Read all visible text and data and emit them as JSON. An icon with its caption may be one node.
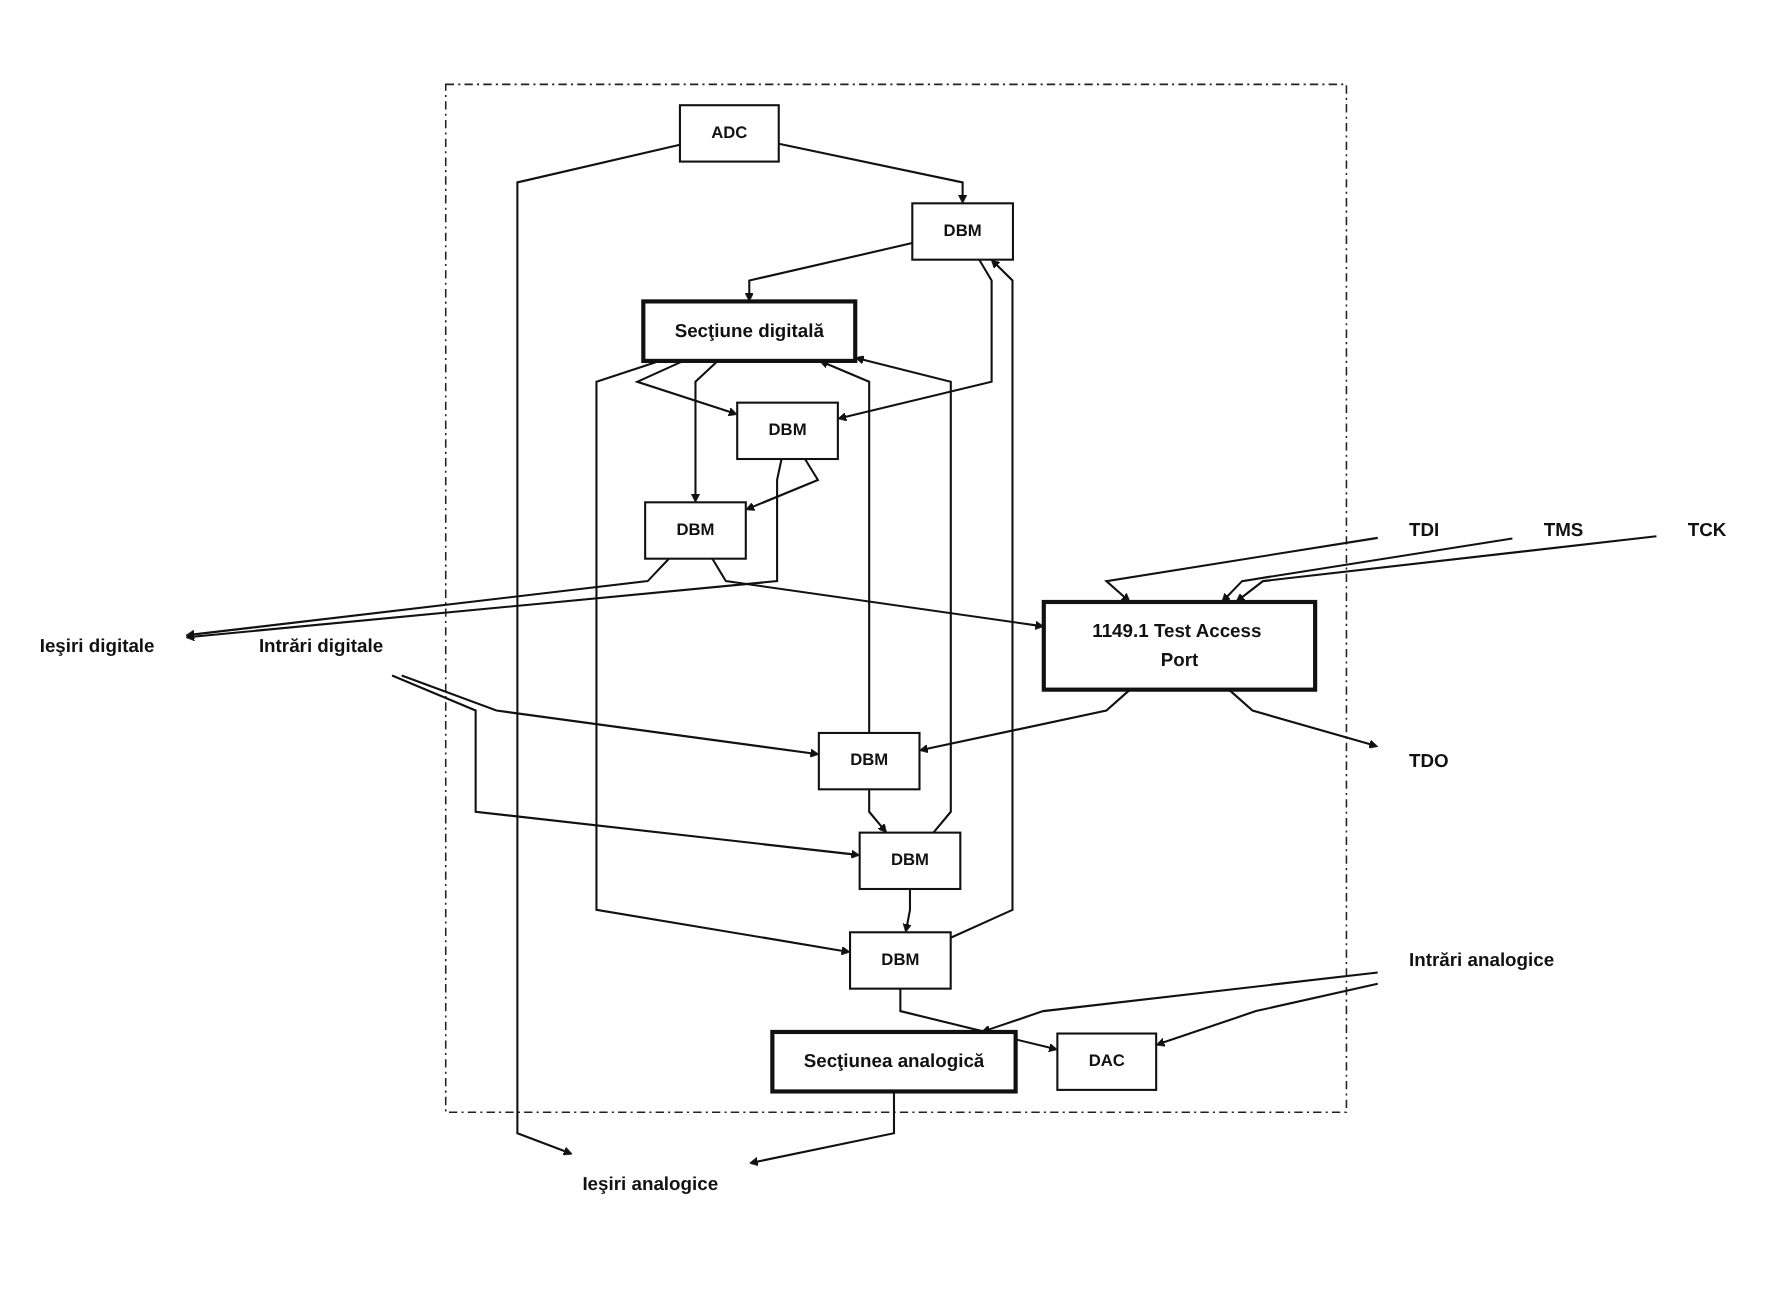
{
  "diagram": {
    "nodes": [
      {
        "text": [],
        "shape": "box"
      },
      {
        "text": [
          "Intrări analogice"
        ]
      },
      {
        "text": [
          "Secţiunea analogică"
        ],
        "in": 0
      },
      {
        "text": [
          "Ieşiri analogice"
        ]
      },
      {
        "text": [
          "DAC"
        ],
        "in": 0
      },
      {
        "text": [
          "ADC"
        ],
        "in": 0
      },
      {
        "text": [
          "DBM"
        ],
        "in": 0
      },
      {
        "text": [
          "DBM"
        ],
        "in": 0
      },
      {
        "text": [
          "DBM"
        ],
        "in": 0
      },
      {
        "text": [
          "Secţiune digitală"
        ],
        "in": 0
      },
      {
        "text": [
          "DBM"
        ],
        "in": 0
      },
      {
        "text": [
          "Intrări digitale"
        ]
      },
      {
        "text": [
          "Ieşiri digitale"
        ]
      },
      {
        "text": [
          "DBM"
        ],
        "in": 0
      },
      {
        "text": [
          "DBM"
        ],
        "in": 0
      },
      {
        "text": [
          "TDI"
        ]
      },
      {
        "text": [
          "1149.1 Test Access Port"
        ],
        "in": 0
      },
      {
        "text": [
          "TMS"
        ]
      },
      {
        "text": [
          "TDO"
        ]
      },
      {
        "text": [
          "TCK"
        ]
      }
    ],
    "edges": [
      {
        "from": 1,
        "to": 2,
        "arrow": "to"
      },
      {
        "from": 1,
        "to": 4,
        "arrow": "to"
      },
      {
        "from": 2,
        "to": 3,
        "arrow": "to"
      },
      {
        "from": 5,
        "to": 3,
        "arrow": "to"
      },
      {
        "from": 6,
        "to": 4,
        "arrow": "to"
      },
      {
        "from": 5,
        "to": 7,
        "arrow": "to"
      },
      {
        "from": 6,
        "to": 7,
        "arrow": "to"
      },
      {
        "from": 9,
        "to": 6,
        "arrow": "to"
      },
      {
        "from": 7,
        "to": 9,
        "arrow": "to"
      },
      {
        "from": 8,
        "to": 6,
        "arrow": "to"
      },
      {
        "from": 7,
        "to": 10,
        "arrow": "to"
      },
      {
        "from": 11,
        "to": 8,
        "arrow": "to"
      },
      {
        "from": 11,
        "to": 13,
        "arrow": "to"
      },
      {
        "from": 8,
        "to": 9,
        "arrow": "to"
      },
      {
        "from": 13,
        "to": 9,
        "arrow": "to"
      },
      {
        "from": 9,
        "to": 10,
        "arrow": "to"
      },
      {
        "from": 9,
        "to": 14,
        "arrow": "to"
      },
      {
        "from": 10,
        "to": 12,
        "arrow": "to"
      },
      {
        "from": 14,
        "to": 12,
        "arrow": "to"
      },
      {
        "from": 13,
        "to": 8,
        "arrow": "to"
      },
      {
        "from": 10,
        "to": 14,
        "arrow": "to"
      },
      {
        "from": 16,
        "to": 13,
        "arrow": "to"
      },
      {
        "from": 14,
        "to": 16,
        "arrow": "to"
      },
      {
        "from": 15,
        "to": 16,
        "arrow": "to"
      },
      {
        "from": 17,
        "to": 16,
        "arrow": "to"
      },
      {
        "from": 19,
        "to": 16,
        "arrow": "to"
      },
      {
        "from": 16,
        "to": 18,
        "arrow": "to"
      }
    ]
  }
}
